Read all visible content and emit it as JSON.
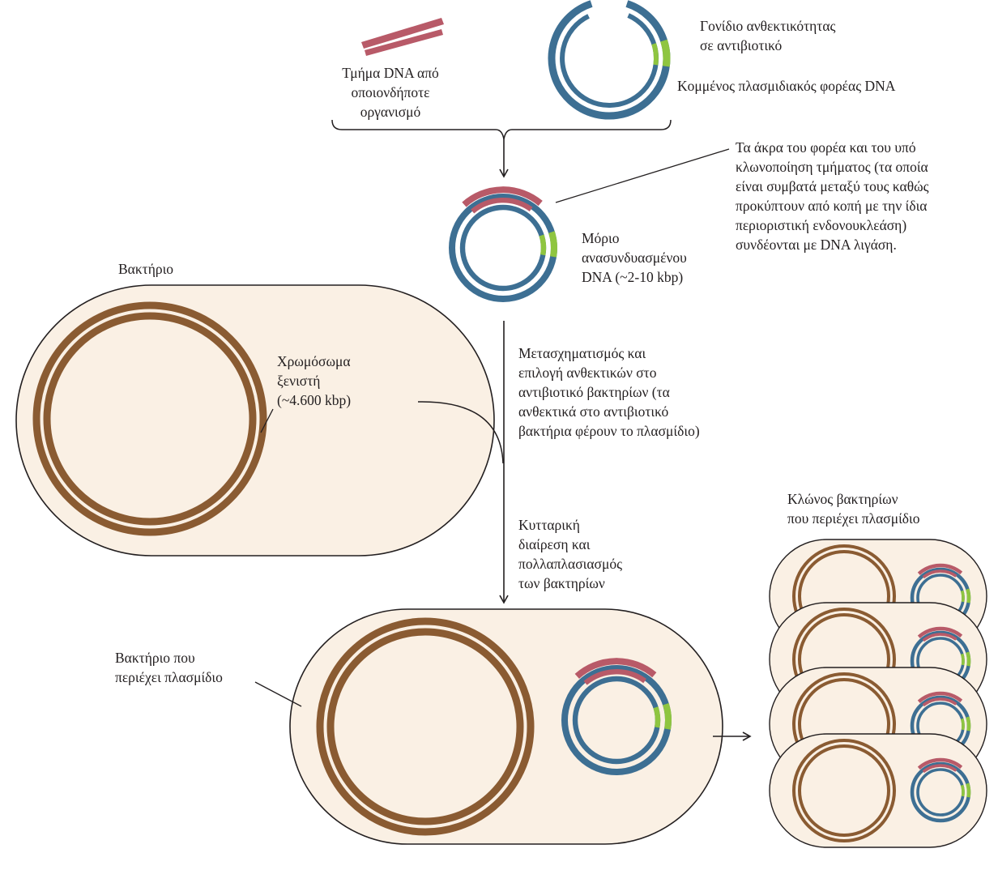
{
  "colors": {
    "dna_fragment": "#b85a68",
    "vector_dna": "#3d6f93",
    "resistance_gene": "#8fc540",
    "chromosome": "#8a5b32",
    "cell_fill": "#faf0e4",
    "cell_outline": "#231f20",
    "text": "#231f20"
  },
  "labels": {
    "dna_fragment": [
      "Τμήμα DNA από",
      "οποιονδήποτε",
      "οργανισμό"
    ],
    "resistance_gene": [
      "Γονίδιο ανθεκτικότητας",
      "σε αντιβιοτικό"
    ],
    "cut_vector": [
      "Κομμένος πλασμιδιακός φορέας DNA"
    ],
    "ligation_note": [
      "Τα άκρα του φορέα και του υπό",
      "κλωνοποίηση τμήματος (τα οποία",
      "είναι συμβατά μεταξύ τους καθώς",
      "προκύπτουν από κοπή με την ίδια",
      "περιοριστική ενδονουκλεάση)",
      "συνδέονται με DNA λιγάση."
    ],
    "recombinant": [
      "Μόριο",
      "ανασυνδυασμένου",
      "DNA (~2-10 kbp)"
    ],
    "bacterium": [
      "Βακτήριο"
    ],
    "host_chromosome": [
      "Χρωμόσωμα",
      "ξενιστή",
      "(~4.600 kbp)"
    ],
    "transformation": [
      "Μετασχηματισμός και",
      "επιλογή ανθεκτικών στο",
      "αντιβιοτικό βακτηρίων (τα",
      "ανθεκτικά στο αντιβιοτικό",
      "βακτήρια φέρουν το πλασμίδιο)"
    ],
    "cell_division": [
      "Κυτταρική",
      "διαίρεση και",
      "πολλαπλασιασμός",
      "των βακτηρίων"
    ],
    "bacterium_with_plasmid": [
      "Βακτήριο που",
      "περιέχει πλασμίδιο"
    ],
    "clone": [
      "Κλώνος βακτηρίων",
      "που περιέχει πλασμίδιο"
    ]
  }
}
